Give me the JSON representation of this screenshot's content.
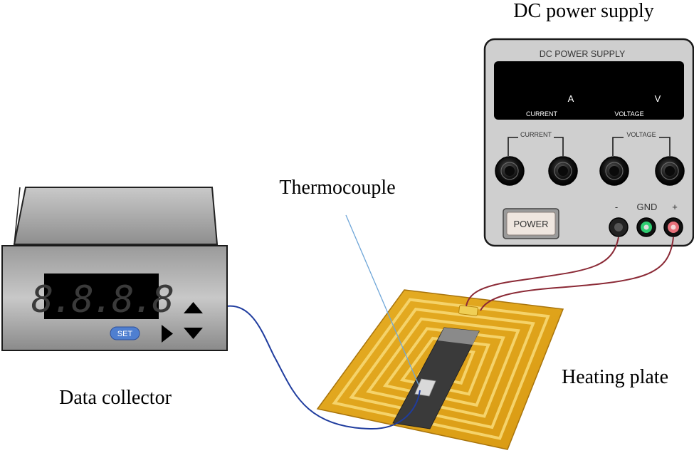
{
  "labels": {
    "dc_power_supply": "DC power supply",
    "thermocouple": "Thermocouple",
    "heating_plate": "Heating plate",
    "data_collector": "Data collector"
  },
  "power_supply": {
    "header": "DC POWER SUPPLY",
    "current_unit": "A",
    "voltage_unit": "V",
    "current_display_label": "CURRENT",
    "voltage_display_label": "VOLTAGE",
    "current_knob_label": "CURRENT",
    "voltage_knob_label": "VOLTAGE",
    "power_button": "POWER",
    "terminal_neg": "-",
    "terminal_gnd": "GND",
    "terminal_pos": "+"
  },
  "data_collector": {
    "display_digits": "8.8.8.8",
    "set_button": "SET"
  },
  "colors": {
    "thermocouple_wire": "#1f3c9e",
    "power_wire": "#8b2a36",
    "heater_base": "#e0a61c",
    "heater_trace": "#f5d36a",
    "terminal_gnd": "#2ecc71",
    "terminal_pos": "#e8707a"
  }
}
